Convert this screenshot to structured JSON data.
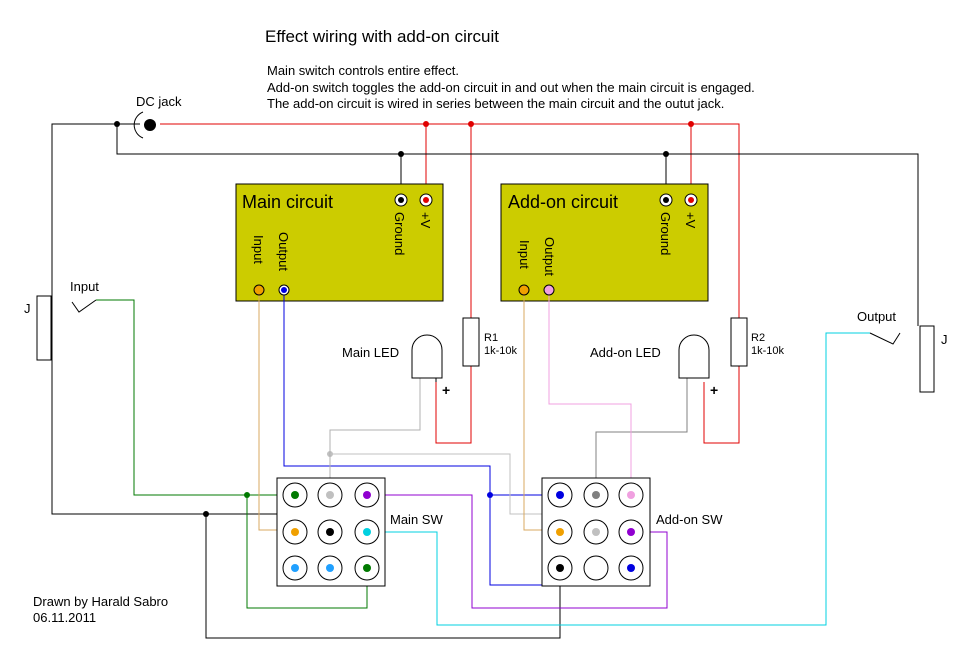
{
  "title": "Effect wiring with add-on circuit",
  "notes": [
    "Main switch controls entire effect.",
    "Add-on switch toggles the add-on circuit in and out when the main circuit is engaged.",
    "The add-on circuit is wired in series between the main circuit and the outut jack."
  ],
  "dc_jack_label": "DC jack",
  "main_circuit": {
    "title": "Main circuit",
    "ground": "Ground",
    "vplus": "+V",
    "input": "Input",
    "output": "Output"
  },
  "addon_circuit": {
    "title": "Add-on circuit",
    "ground": "Ground",
    "vplus": "+V",
    "input": "Input",
    "output": "Output"
  },
  "input_jack": {
    "label": "Input",
    "j": "J"
  },
  "output_jack": {
    "label": "Output",
    "j": "J"
  },
  "main_led": {
    "label": "Main LED",
    "plus": "+"
  },
  "addon_led": {
    "label": "Add-on LED",
    "plus": "+"
  },
  "r1": {
    "name": "R1",
    "value": "1k-10k"
  },
  "r2": {
    "name": "R2",
    "value": "1k-10k"
  },
  "main_sw_label": "Main SW",
  "addon_sw_label": "Add-on SW",
  "credit": {
    "author": "Drawn by Harald Sabro",
    "date": "06.11.2011"
  },
  "colors": {
    "board": "#cccc00",
    "red": "#e00000",
    "black": "#000000",
    "green": "#007a00",
    "orange": "#f0a000",
    "blue": "#0000e0",
    "purple": "#9000d0",
    "cyan": "#00d0e0",
    "gray": "#c0c0c0",
    "pink": "#f0a0e0",
    "tan": "#d8a860",
    "lightblue": "#20a0ff"
  }
}
